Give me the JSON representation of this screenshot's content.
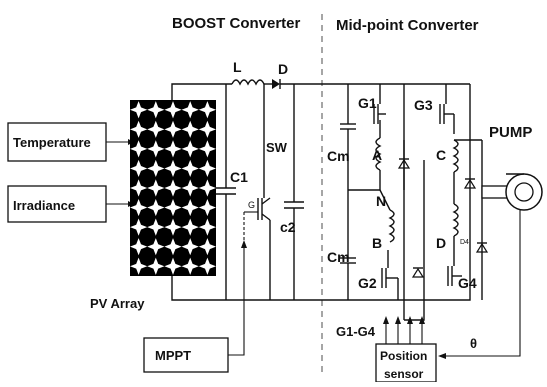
{
  "sections": {
    "boost_title": "BOOST Converter",
    "midpoint_title": "Mid-point Converter"
  },
  "inputs": {
    "temperature": "Temperature",
    "irradiance": "Irradiance"
  },
  "pv": {
    "label": "PV Array"
  },
  "mppt": {
    "label": "MPPT"
  },
  "sensor": {
    "line1": "Position",
    "line2": "sensor"
  },
  "load": {
    "label": "PUMP"
  },
  "components": {
    "inductor": "L",
    "diode": "D",
    "switch": "SW",
    "c1": "C1",
    "c2": "c2",
    "gate_small": "G",
    "cm_top": "Cm",
    "cm_bottom": "Cm",
    "g1": "G1",
    "g2": "G2",
    "g3": "G3",
    "g4": "G4",
    "phase_a": "A",
    "phase_b": "B",
    "phase_c": "C",
    "phase_d": "D",
    "neutral": "N",
    "gate_bus": "G1-G4",
    "theta": "θ",
    "sub_small": "D4"
  }
}
